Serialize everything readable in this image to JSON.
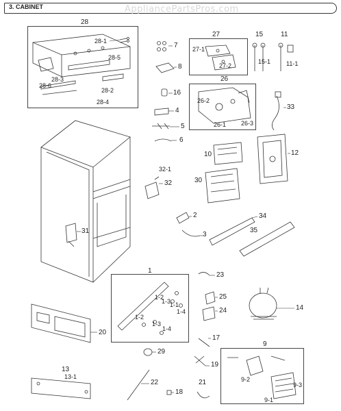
{
  "header": {
    "title": "3. CABINET",
    "watermark": "AppliancePartsPros.com"
  },
  "labels": {
    "p28": "28",
    "p28_1": "28-1",
    "p28_5": "28-5",
    "p28_3": "28-3",
    "p28_2": "28-2",
    "p28_6": "28-6",
    "p28_4": "28-4",
    "p7": "7",
    "p8": "8",
    "p16": "16",
    "p4": "4",
    "p5": "5",
    "p6": "6",
    "p27": "27",
    "p27_1": "27-1",
    "p27_2": "27-2",
    "p15": "15",
    "p15_1": "15-1",
    "p11": "11",
    "p11_1": "11-1",
    "p26": "26",
    "p26_2": "26-2",
    "p26_1": "26-1",
    "p26_3": "26-3",
    "p33": "33",
    "p10": "10",
    "p12": "12",
    "p30": "30",
    "p32_1": "32-1",
    "p32": "32",
    "p31": "31",
    "p2": "2",
    "p3": "3",
    "p34": "34",
    "p35": "35",
    "p1": "1",
    "p1_2": "1-2",
    "p1_3": "1-3",
    "p1_1": "1-1",
    "p1_4": "1-4",
    "p1_2b": "1-2",
    "p1_3b": "1-3",
    "p1_4b": "1-4",
    "p23": "23",
    "p25": "25",
    "p24": "24",
    "p14": "14",
    "p20": "20",
    "p17": "17",
    "p29": "29",
    "p9": "9",
    "p9_2": "9-2",
    "p9_3": "9-3",
    "p9_1": "9-1",
    "p13": "13",
    "p13_1": "13-1",
    "p19": "19",
    "p22": "22",
    "p21": "21",
    "p18": "18"
  }
}
